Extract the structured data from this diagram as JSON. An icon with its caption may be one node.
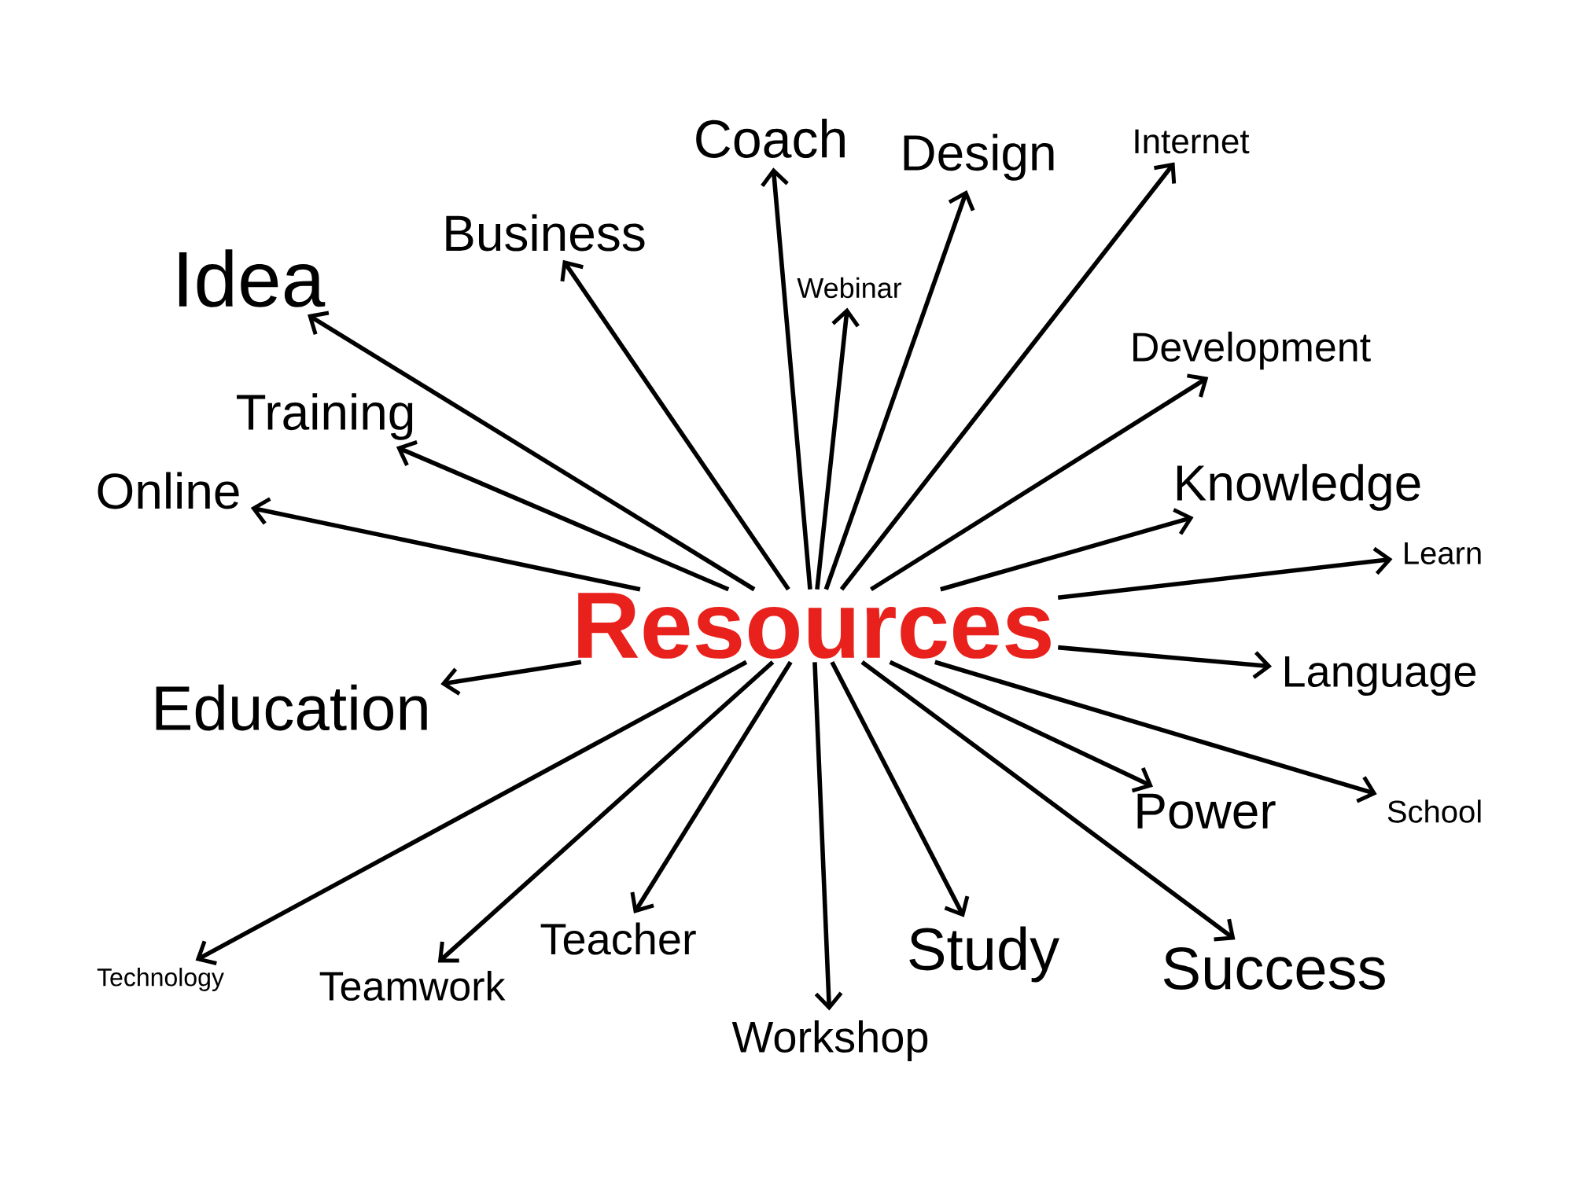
{
  "diagram": {
    "nodes": [
      {
        "text": [
          "Resources"
        ]
      },
      {
        "text": [
          "Coach"
        ]
      },
      {
        "text": [
          "Design"
        ]
      },
      {
        "text": [
          "Internet"
        ]
      },
      {
        "text": [
          "Idea"
        ]
      },
      {
        "text": [
          "Business"
        ]
      },
      {
        "text": [
          "Webinar"
        ]
      },
      {
        "text": [
          "Development"
        ]
      },
      {
        "text": [
          "Training"
        ]
      },
      {
        "text": [
          "Online"
        ]
      },
      {
        "text": [
          "Knowledge"
        ]
      },
      {
        "text": [
          "Learn"
        ]
      },
      {
        "text": [
          "Education"
        ]
      },
      {
        "text": [
          "Language"
        ]
      },
      {
        "text": [
          "Power"
        ]
      },
      {
        "text": [
          "School"
        ]
      },
      {
        "text": [
          "Technology"
        ]
      },
      {
        "text": [
          "Teamwork"
        ]
      },
      {
        "text": [
          "Teacher"
        ]
      },
      {
        "text": [
          "Study"
        ]
      },
      {
        "text": [
          "Success"
        ]
      },
      {
        "text": [
          "Workshop"
        ]
      }
    ],
    "edges": [
      {
        "from": 0,
        "to": 1,
        "arrow": "to"
      },
      {
        "from": 0,
        "to": 2,
        "arrow": "to"
      },
      {
        "from": 0,
        "to": 3,
        "arrow": "to"
      },
      {
        "from": 0,
        "to": 4,
        "arrow": "to"
      },
      {
        "from": 0,
        "to": 5,
        "arrow": "to"
      },
      {
        "from": 0,
        "to": 6,
        "arrow": "to"
      },
      {
        "from": 0,
        "to": 7,
        "arrow": "to"
      },
      {
        "from": 0,
        "to": 8,
        "arrow": "to"
      },
      {
        "from": 0,
        "to": 9,
        "arrow": "to"
      },
      {
        "from": 0,
        "to": 10,
        "arrow": "to"
      },
      {
        "from": 0,
        "to": 11,
        "arrow": "to"
      },
      {
        "from": 0,
        "to": 12,
        "arrow": "to"
      },
      {
        "from": 0,
        "to": 13,
        "arrow": "to"
      },
      {
        "from": 0,
        "to": 14,
        "arrow": "to"
      },
      {
        "from": 0,
        "to": 15,
        "arrow": "to"
      },
      {
        "from": 0,
        "to": 16,
        "arrow": "to"
      },
      {
        "from": 0,
        "to": 17,
        "arrow": "to"
      },
      {
        "from": 0,
        "to": 18,
        "arrow": "to"
      },
      {
        "from": 0,
        "to": 19,
        "arrow": "to"
      },
      {
        "from": 0,
        "to": 20,
        "arrow": "to"
      },
      {
        "from": 0,
        "to": 21,
        "arrow": "to"
      }
    ]
  }
}
